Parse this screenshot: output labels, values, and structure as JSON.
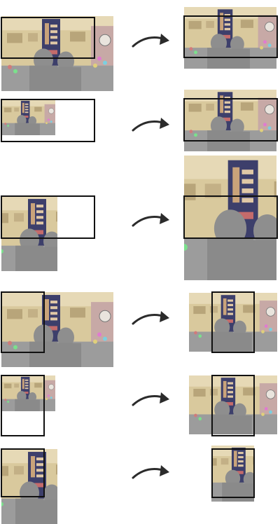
{
  "figure": {
    "description_visible_text": "",
    "rows": [
      {
        "id": "row-1"
      },
      {
        "id": "row-2"
      },
      {
        "id": "row-3"
      },
      {
        "id": "row-4"
      },
      {
        "id": "row-5"
      },
      {
        "id": "row-6"
      }
    ]
  },
  "colors": {
    "frame": "#111111",
    "arrow": "#2b2b2b",
    "photo_wall": "#d8c79a",
    "photo_crowd": "#9a9a9a",
    "photo_banner": "#3b3f6a"
  },
  "icons": {
    "arrow": "curved-arrow-right-icon"
  }
}
